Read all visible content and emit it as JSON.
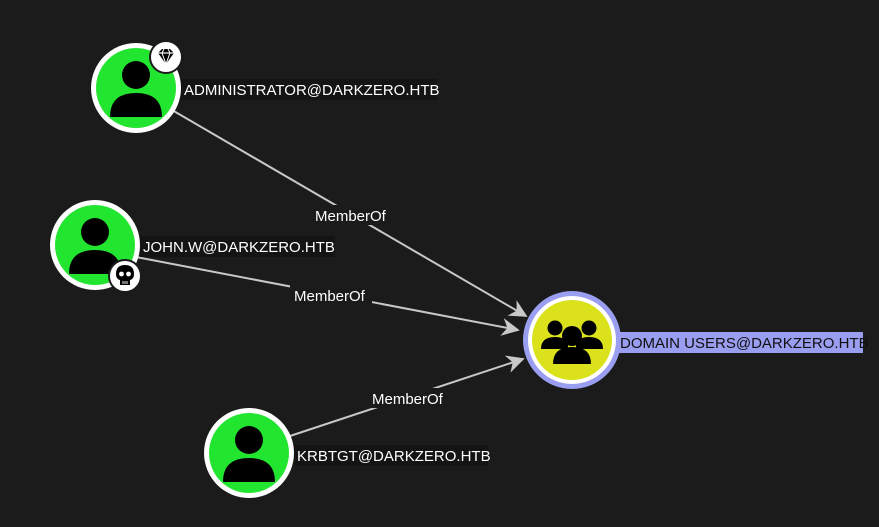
{
  "graph": {
    "colors": {
      "background": "#1b1b1c",
      "user_node": "#22e52f",
      "group_node": "#dbe21b",
      "node_ring": "#ffffff",
      "selected_ring": "#9a9ef0",
      "selected_label_bg": "#9a9ef0",
      "edge": "#c8c8c8",
      "icon": "#000000"
    },
    "nodes": {
      "administrator": {
        "label": "ADMINISTRATOR@DARKZERO.HTB",
        "kind": "user",
        "badge": "diamond-icon"
      },
      "john_w": {
        "label": "JOHN.W@DARKZERO.HTB",
        "kind": "user",
        "badge": "skull-icon"
      },
      "krbtgt": {
        "label": "KRBTGT@DARKZERO.HTB",
        "kind": "user",
        "badge": ""
      },
      "domain_users": {
        "label": "DOMAIN USERS@DARKZERO.HTB",
        "kind": "group",
        "badge": "",
        "selected": true
      }
    },
    "edges": {
      "admin_to_du": {
        "label": "MemberOf"
      },
      "john_to_du": {
        "label": "MemberOf"
      },
      "krbtgt_to_du": {
        "label": "MemberOf"
      }
    }
  }
}
